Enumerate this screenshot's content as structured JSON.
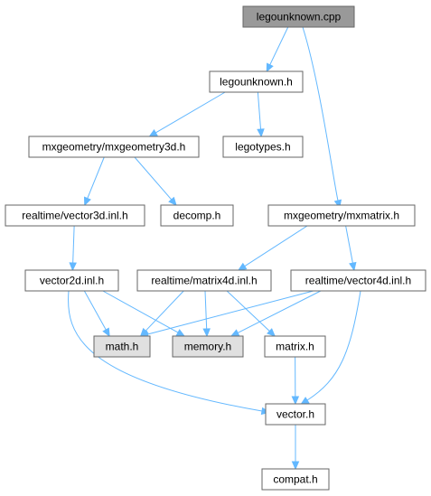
{
  "colors": {
    "root_fill": "#999999",
    "node_fill": "#ffffff",
    "system_fill": "#e0e0e0",
    "node_border": "#666666",
    "edge": "#63b8ff"
  },
  "nodes": [
    {
      "id": "legounknown_cpp",
      "label": "legounknown.cpp",
      "kind": "root"
    },
    {
      "id": "legounknown_h",
      "label": "legounknown.h",
      "kind": "normal"
    },
    {
      "id": "mxgeometry3d_h",
      "label": "mxgeometry/mxgeometry3d.h",
      "kind": "normal"
    },
    {
      "id": "legotypes_h",
      "label": "legotypes.h",
      "kind": "normal"
    },
    {
      "id": "mxmatrix_h",
      "label": "mxgeometry/mxmatrix.h",
      "kind": "normal"
    },
    {
      "id": "vector3d_inl_h",
      "label": "realtime/vector3d.inl.h",
      "kind": "normal"
    },
    {
      "id": "decomp_h",
      "label": "decomp.h",
      "kind": "normal"
    },
    {
      "id": "vector2d_inl_h",
      "label": "vector2d.inl.h",
      "kind": "normal"
    },
    {
      "id": "matrix4d_inl_h",
      "label": "realtime/matrix4d.inl.h",
      "kind": "normal"
    },
    {
      "id": "vector4d_inl_h",
      "label": "realtime/vector4d.inl.h",
      "kind": "normal"
    },
    {
      "id": "math_h",
      "label": "math.h",
      "kind": "system"
    },
    {
      "id": "memory_h",
      "label": "memory.h",
      "kind": "system"
    },
    {
      "id": "matrix_h",
      "label": "matrix.h",
      "kind": "normal"
    },
    {
      "id": "vector_h",
      "label": "vector.h",
      "kind": "normal"
    },
    {
      "id": "compat_h",
      "label": "compat.h",
      "kind": "normal"
    }
  ],
  "edges": [
    {
      "from": "legounknown_cpp",
      "to": "legounknown_h"
    },
    {
      "from": "legounknown_cpp",
      "to": "mxmatrix_h"
    },
    {
      "from": "legounknown_h",
      "to": "mxgeometry3d_h"
    },
    {
      "from": "legounknown_h",
      "to": "legotypes_h"
    },
    {
      "from": "mxgeometry3d_h",
      "to": "vector3d_inl_h"
    },
    {
      "from": "mxgeometry3d_h",
      "to": "decomp_h"
    },
    {
      "from": "vector3d_inl_h",
      "to": "vector2d_inl_h"
    },
    {
      "from": "mxmatrix_h",
      "to": "matrix4d_inl_h"
    },
    {
      "from": "mxmatrix_h",
      "to": "vector4d_inl_h"
    },
    {
      "from": "vector2d_inl_h",
      "to": "math_h"
    },
    {
      "from": "vector2d_inl_h",
      "to": "memory_h"
    },
    {
      "from": "vector2d_inl_h",
      "to": "vector_h"
    },
    {
      "from": "matrix4d_inl_h",
      "to": "math_h"
    },
    {
      "from": "matrix4d_inl_h",
      "to": "memory_h"
    },
    {
      "from": "matrix4d_inl_h",
      "to": "matrix_h"
    },
    {
      "from": "vector4d_inl_h",
      "to": "math_h"
    },
    {
      "from": "vector4d_inl_h",
      "to": "memory_h"
    },
    {
      "from": "vector4d_inl_h",
      "to": "vector_h"
    },
    {
      "from": "matrix_h",
      "to": "vector_h"
    },
    {
      "from": "vector_h",
      "to": "compat_h"
    }
  ]
}
